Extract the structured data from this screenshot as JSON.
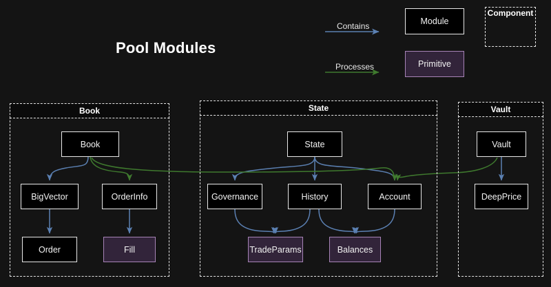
{
  "title": "Pool Modules",
  "colors": {
    "background": "#141414",
    "module_fill": "#000000",
    "module_border": "#e9e9e9",
    "primitive_fill": "#32243a",
    "primitive_border": "#a884b8",
    "contains_arrow": "#5b80b2",
    "processes_arrow": "#3f7a2e",
    "group_border": "#e6e6e6",
    "text": "#f2f2f2"
  },
  "legend": {
    "contains_label": "Contains",
    "processes_label": "Processes",
    "module_label": "Module",
    "primitive_label": "Primitive",
    "component_label": "Component"
  },
  "groups": [
    {
      "id": "book",
      "label": "Book"
    },
    {
      "id": "state",
      "label": "State"
    },
    {
      "id": "vault",
      "label": "Vault"
    }
  ],
  "nodes": {
    "book": {
      "label": "Book",
      "type": "module",
      "group": "Book"
    },
    "bigvector": {
      "label": "BigVector",
      "type": "module",
      "group": "Book"
    },
    "orderinfo": {
      "label": "OrderInfo",
      "type": "module",
      "group": "Book"
    },
    "order": {
      "label": "Order",
      "type": "module",
      "group": "Book"
    },
    "fill": {
      "label": "Fill",
      "type": "primitive",
      "group": "Book"
    },
    "state": {
      "label": "State",
      "type": "module",
      "group": "State"
    },
    "governance": {
      "label": "Governance",
      "type": "module",
      "group": "State"
    },
    "history": {
      "label": "History",
      "type": "module",
      "group": "State"
    },
    "account": {
      "label": "Account",
      "type": "module",
      "group": "State"
    },
    "tradeparams": {
      "label": "TradeParams",
      "type": "primitive",
      "group": "State"
    },
    "balances": {
      "label": "Balances",
      "type": "primitive",
      "group": "State"
    },
    "vault": {
      "label": "Vault",
      "type": "module",
      "group": "Vault"
    },
    "deepprice": {
      "label": "DeepPrice",
      "type": "module",
      "group": "Vault"
    }
  },
  "edges": [
    {
      "from": "book",
      "to": "bigvector",
      "kind": "contains"
    },
    {
      "from": "bigvector",
      "to": "order",
      "kind": "contains"
    },
    {
      "from": "orderinfo",
      "to": "fill",
      "kind": "contains"
    },
    {
      "from": "book",
      "to": "orderinfo",
      "kind": "processes"
    },
    {
      "from": "book",
      "to": "account",
      "kind": "processes"
    },
    {
      "from": "state",
      "to": "governance",
      "kind": "contains"
    },
    {
      "from": "state",
      "to": "history",
      "kind": "contains"
    },
    {
      "from": "state",
      "to": "account",
      "kind": "contains"
    },
    {
      "from": "governance",
      "to": "tradeparams",
      "kind": "contains"
    },
    {
      "from": "history",
      "to": "tradeparams",
      "kind": "contains"
    },
    {
      "from": "history",
      "to": "balances",
      "kind": "contains"
    },
    {
      "from": "account",
      "to": "balances",
      "kind": "contains"
    },
    {
      "from": "vault",
      "to": "deepprice",
      "kind": "contains"
    },
    {
      "from": "vault",
      "to": "account",
      "kind": "processes"
    }
  ]
}
